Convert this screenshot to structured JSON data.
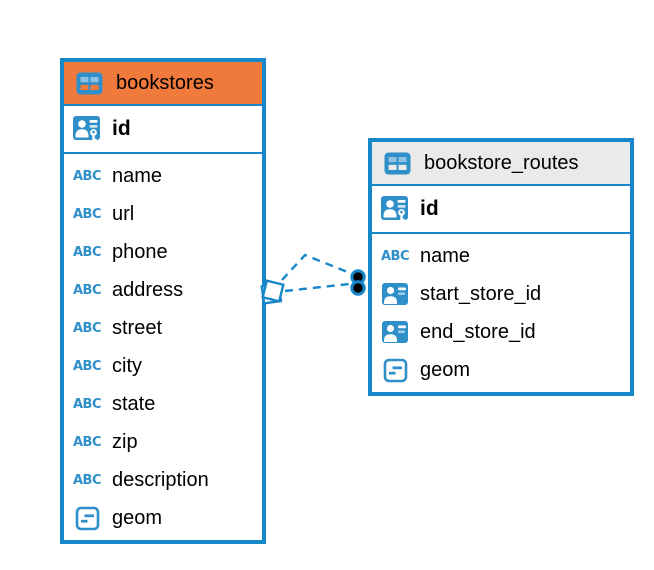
{
  "diagram": {
    "colors": {
      "accent_blue": "#1787C9",
      "icon_blue": "#2E8FC9",
      "bookstores_header": "#F0793C",
      "bookstore_routes_header": "#EAEAEA",
      "row_text": "#000000"
    },
    "tables": [
      {
        "id": "bookstores",
        "title": "bookstores",
        "header_icon": "table-icon",
        "primary_key": {
          "label": "id",
          "icon": "primary-key-icon"
        },
        "columns": [
          {
            "label": "name",
            "icon": "text-icon"
          },
          {
            "label": "url",
            "icon": "text-icon"
          },
          {
            "label": "phone",
            "icon": "text-icon"
          },
          {
            "label": "address",
            "icon": "text-icon"
          },
          {
            "label": "street",
            "icon": "text-icon"
          },
          {
            "label": "city",
            "icon": "text-icon"
          },
          {
            "label": "state",
            "icon": "text-icon"
          },
          {
            "label": "zip",
            "icon": "text-icon"
          },
          {
            "label": "description",
            "icon": "text-icon"
          },
          {
            "label": "geom",
            "icon": "geometry-icon"
          }
        ]
      },
      {
        "id": "bookstore_routes",
        "title": "bookstore_routes",
        "header_icon": "table-icon",
        "primary_key": {
          "label": "id",
          "icon": "primary-key-icon"
        },
        "columns": [
          {
            "label": "name",
            "icon": "text-icon"
          },
          {
            "label": "start_store_id",
            "icon": "foreign-key-icon"
          },
          {
            "label": "end_store_id",
            "icon": "foreign-key-icon"
          },
          {
            "label": "geom",
            "icon": "geometry-icon"
          }
        ]
      }
    ],
    "relations": [
      {
        "from_table": "bookstores",
        "to_table": "bookstore_routes",
        "to_column": "start_store_id",
        "line_style": "dashed",
        "source_marker": "diamond",
        "target_marker": "filled-circle"
      },
      {
        "from_table": "bookstores",
        "to_table": "bookstore_routes",
        "to_column": "end_store_id",
        "line_style": "dashed",
        "source_marker": "diamond",
        "target_marker": "filled-circle"
      }
    ]
  }
}
